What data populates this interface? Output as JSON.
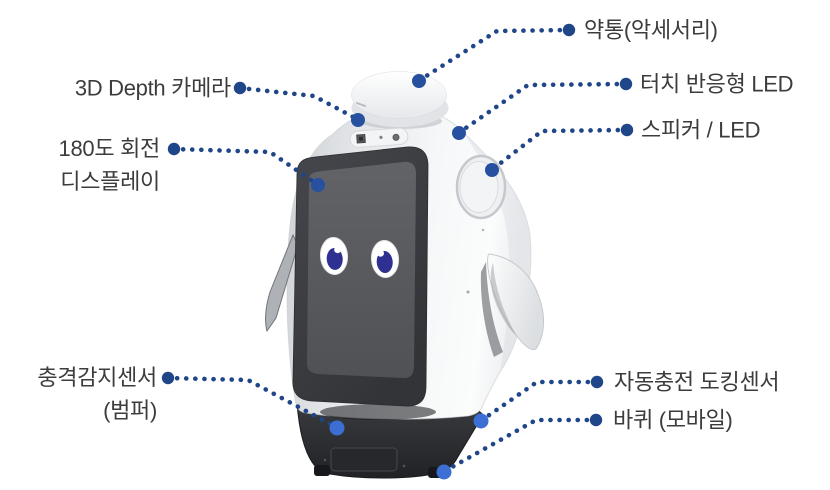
{
  "page": {
    "background": "#ffffff",
    "description": "Labeled feature diagram of a penguin-shaped care robot with dotted callout lines"
  },
  "colors": {
    "callout_line": "#1f4689",
    "label_dot": "#1f4689",
    "dot_on_body": "#27509f",
    "dot_on_base": "#3d6ed3",
    "label_text": "#3c3c3c",
    "robot_body": "#eef0f2",
    "screen_bezel": "#3b3c40",
    "screen_inner": "#5a5b5f",
    "eye_pupil": "#2e3192",
    "base": "#2b2d31"
  },
  "callouts": {
    "camera": {
      "text": "3D Depth 카메라"
    },
    "display": {
      "line1": "180도 회전",
      "line2": "디스플레이"
    },
    "bumper": {
      "line1": "충격감지센서",
      "line2": "(범퍼)"
    },
    "pillbox": {
      "text": "약통(악세서리)"
    },
    "touch_led": {
      "text": "터치 반응형 LED"
    },
    "speaker": {
      "text": "스피커 / LED"
    },
    "docking": {
      "text": "자동충전 도킹센서"
    },
    "wheel": {
      "text": "바퀴 (모바일)"
    }
  }
}
